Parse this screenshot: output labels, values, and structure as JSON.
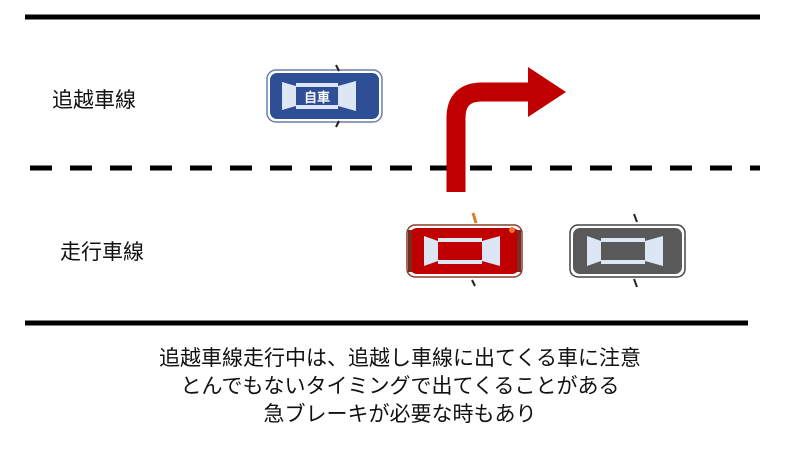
{
  "lanes": {
    "passing_lane": "追越車線",
    "driving_lane": "走行車線"
  },
  "vehicles": {
    "own_car_label": "自車"
  },
  "caption": {
    "line1": "追越車線走行中は、追越し車線に出てくる車に注意",
    "line2": "とんでもないタイミングで出てくることがある",
    "line3": "急ブレーキが必要な時もあり"
  },
  "colors": {
    "own_car": "#2e4f95",
    "merging_car": "#c00000",
    "other_car": "#595959",
    "arrow": "#c00000",
    "road_line": "#000000",
    "window": "#dde6f5"
  }
}
